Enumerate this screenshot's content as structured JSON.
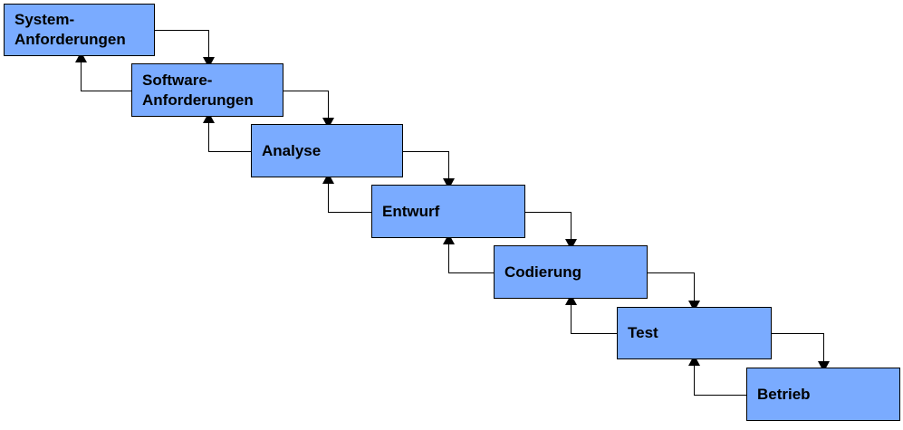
{
  "diagram": {
    "phases": [
      {
        "id": "system-anforderungen",
        "label": "System-\nAnforderungen"
      },
      {
        "id": "software-anforderungen",
        "label": "Software-\nAnforderungen"
      },
      {
        "id": "analyse",
        "label": "Analyse"
      },
      {
        "id": "entwurf",
        "label": "Entwurf"
      },
      {
        "id": "codierung",
        "label": "Codierung"
      },
      {
        "id": "test",
        "label": "Test"
      },
      {
        "id": "betrieb",
        "label": "Betrieb"
      }
    ],
    "colors": {
      "box_fill": "#7aabff",
      "line": "#000000"
    }
  }
}
